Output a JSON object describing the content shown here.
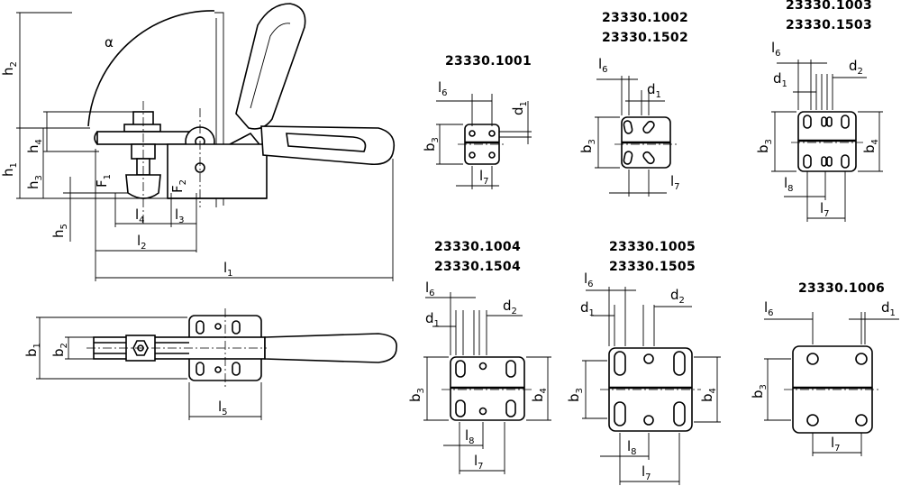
{
  "side_view": {
    "angle": "α",
    "h1": {
      "base": "h",
      "sub": "1"
    },
    "h2": {
      "base": "h",
      "sub": "2"
    },
    "h3": {
      "base": "h",
      "sub": "3"
    },
    "h4": {
      "base": "h",
      "sub": "4"
    },
    "h5": {
      "base": "h",
      "sub": "5"
    },
    "F1": {
      "base": "F",
      "sub": "1"
    },
    "F2": {
      "base": "F",
      "sub": "2"
    },
    "l1": {
      "base": "l",
      "sub": "1"
    },
    "l2": {
      "base": "l",
      "sub": "2"
    },
    "l3": {
      "base": "l",
      "sub": "3"
    },
    "l4": {
      "base": "l",
      "sub": "4"
    }
  },
  "top_view": {
    "b1": {
      "base": "b",
      "sub": "1"
    },
    "b2": {
      "base": "b",
      "sub": "2"
    },
    "l5": {
      "base": "l",
      "sub": "5"
    }
  },
  "variants": [
    {
      "title1": "23330.1001",
      "title2": ""
    },
    {
      "title1": "23330.1002",
      "title2": "23330.1502"
    },
    {
      "title1": "23330.1003",
      "title2": "23330.1503"
    },
    {
      "title1": "23330.1004",
      "title2": "23330.1504"
    },
    {
      "title1": "23330.1005",
      "title2": "23330.1505"
    },
    {
      "title1": "23330.1006",
      "title2": ""
    }
  ],
  "labels": {
    "b3": {
      "base": "b",
      "sub": "3"
    },
    "b4": {
      "base": "b",
      "sub": "4"
    },
    "d1": {
      "base": "d",
      "sub": "1"
    },
    "d2": {
      "base": "d",
      "sub": "2"
    },
    "l6": {
      "base": "l",
      "sub": "6"
    },
    "l7": {
      "base": "l",
      "sub": "7"
    },
    "l8": {
      "base": "l",
      "sub": "8"
    }
  }
}
